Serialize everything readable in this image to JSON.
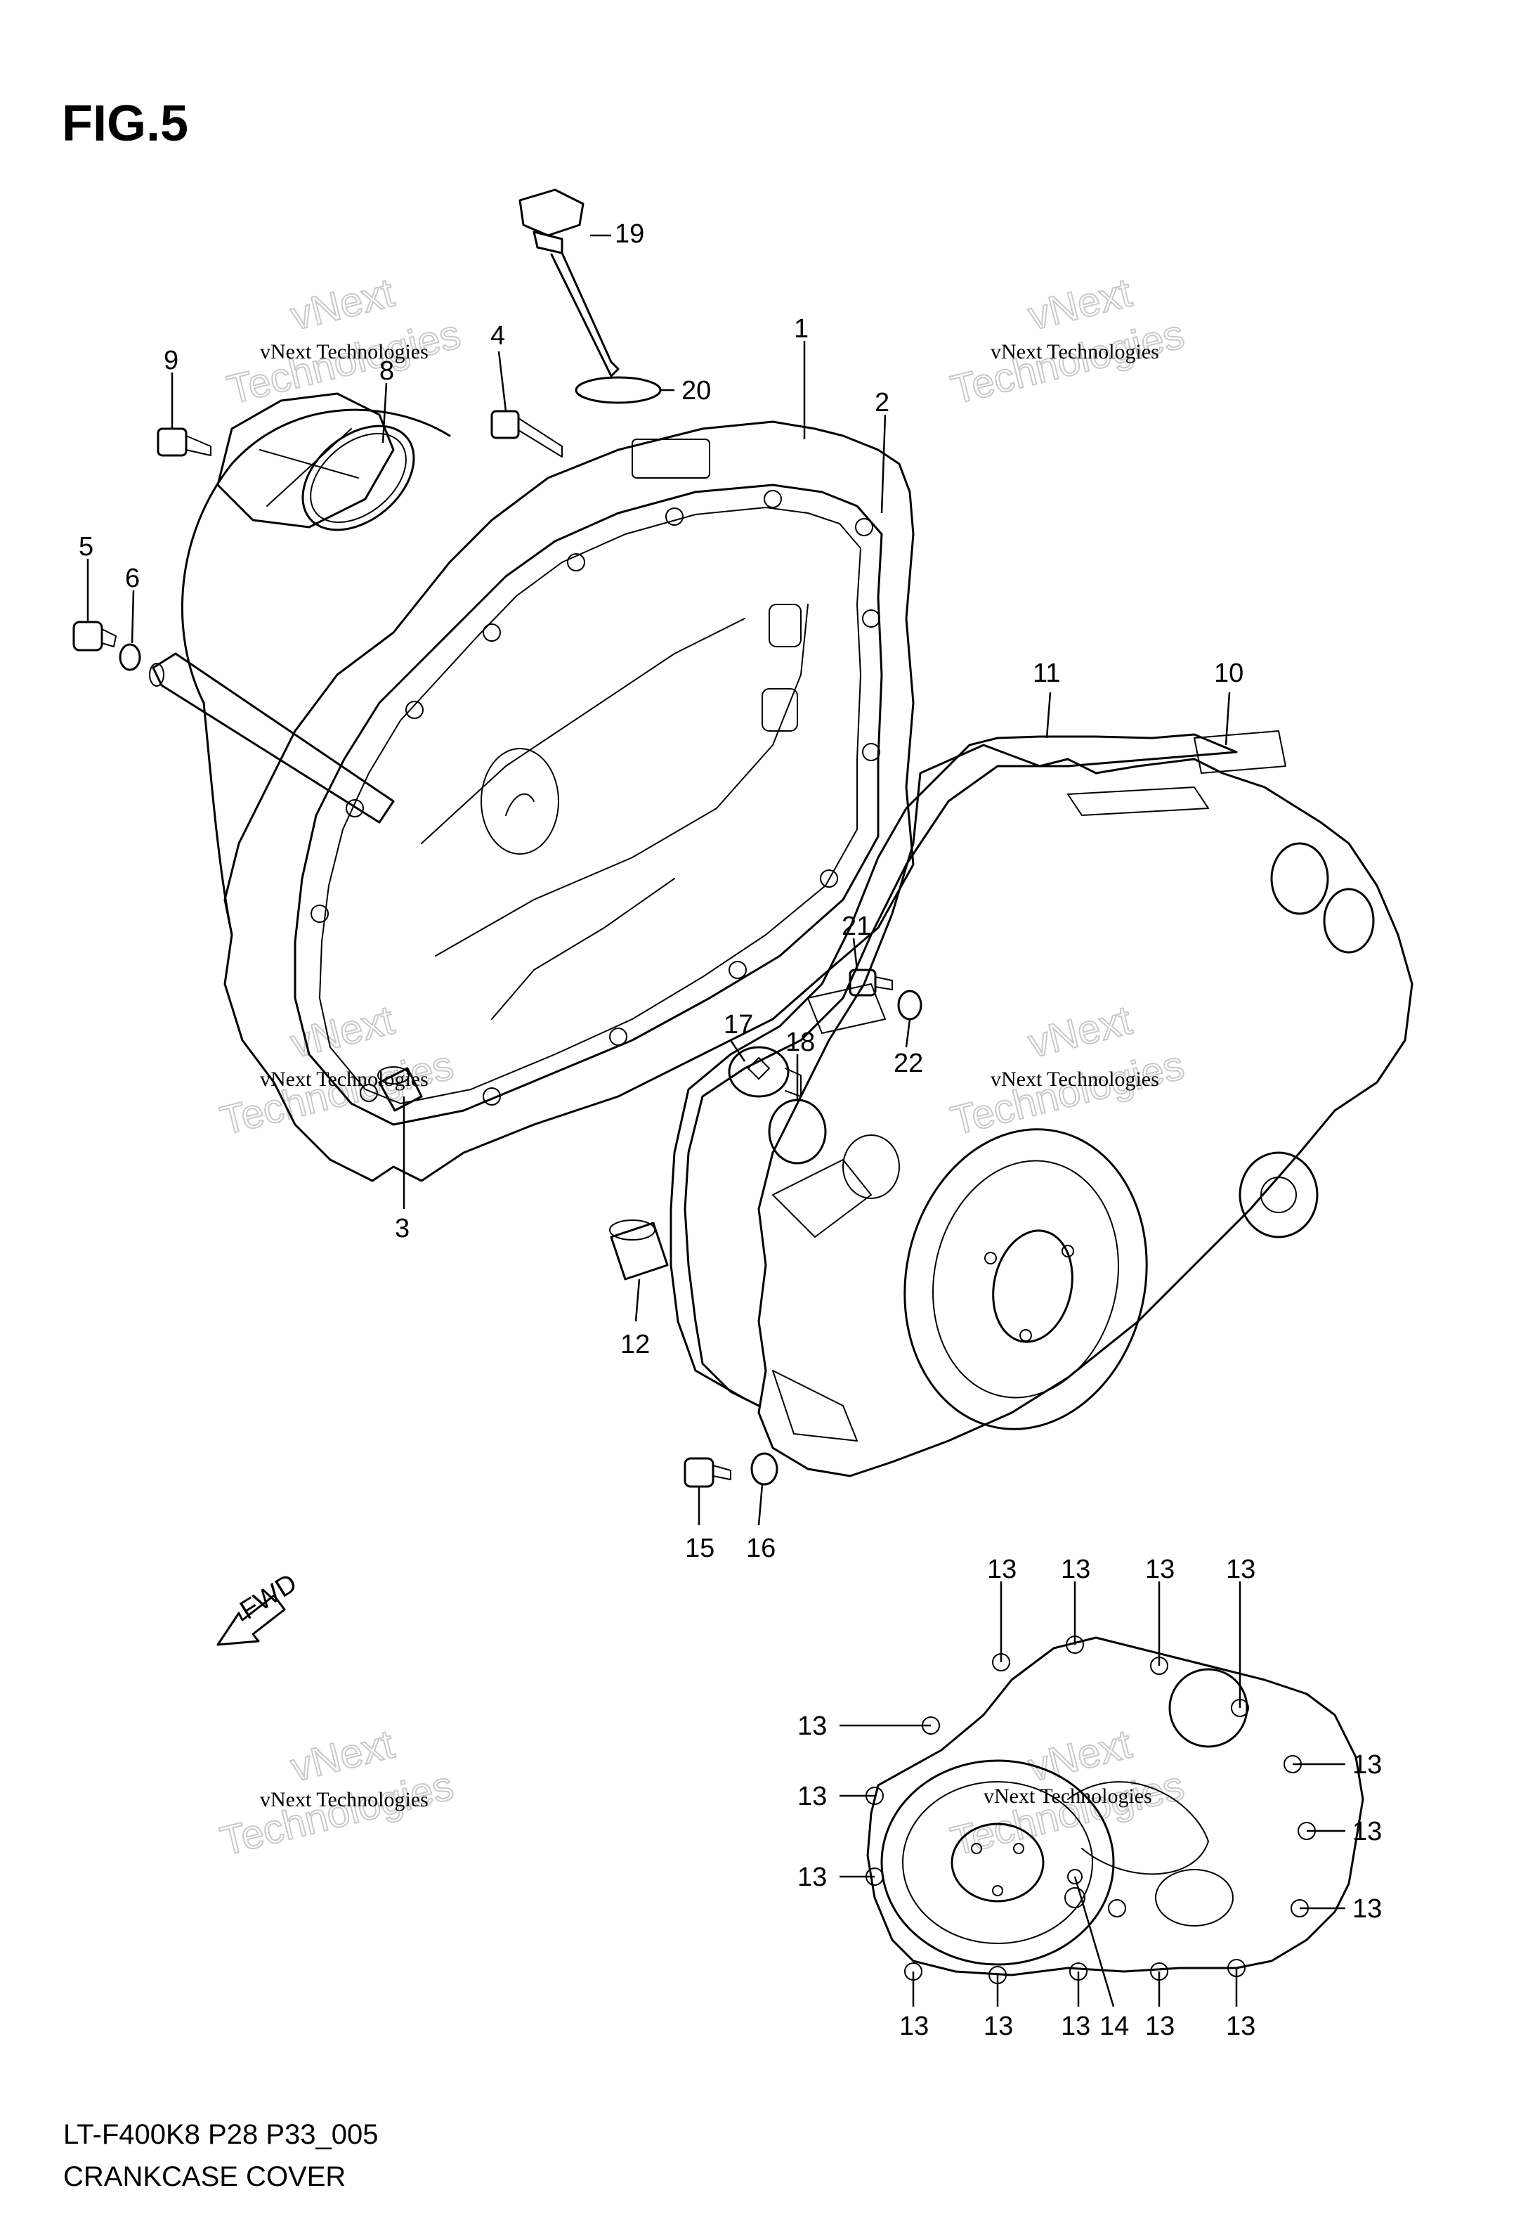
{
  "figure": {
    "title": "FIG.5",
    "model_code": "LT-F400K8 P28 P33_005",
    "caption": "CRANKCASE COVER",
    "direction_marker": "FWD"
  },
  "watermark": {
    "company": "vNext Technologies",
    "brand_line_1": "vNext",
    "brand_line_2": "Technologies"
  },
  "callouts": {
    "p1": "1",
    "p2": "2",
    "p3": "3",
    "p4": "4",
    "p5": "5",
    "p6": "6",
    "p8": "8",
    "p9": "9",
    "p10": "10",
    "p11": "11",
    "p12": "12",
    "p13": "13",
    "p14": "14",
    "p15": "15",
    "p16": "16",
    "p17": "17",
    "p18": "18",
    "p19": "19",
    "p20": "20",
    "p21": "21",
    "p22": "22"
  }
}
